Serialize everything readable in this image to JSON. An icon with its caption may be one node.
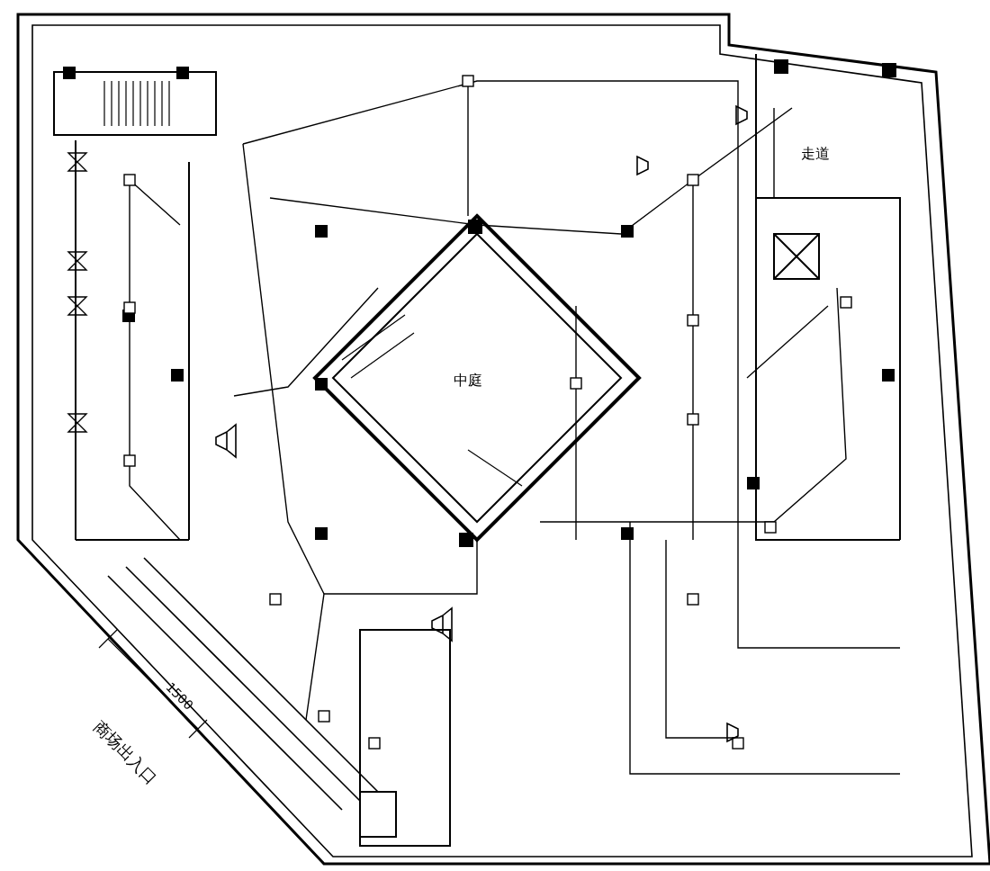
{
  "diagram": {
    "labels": [
      "中庭",
      "走道",
      "商场出入口",
      "1500"
    ]
  }
}
